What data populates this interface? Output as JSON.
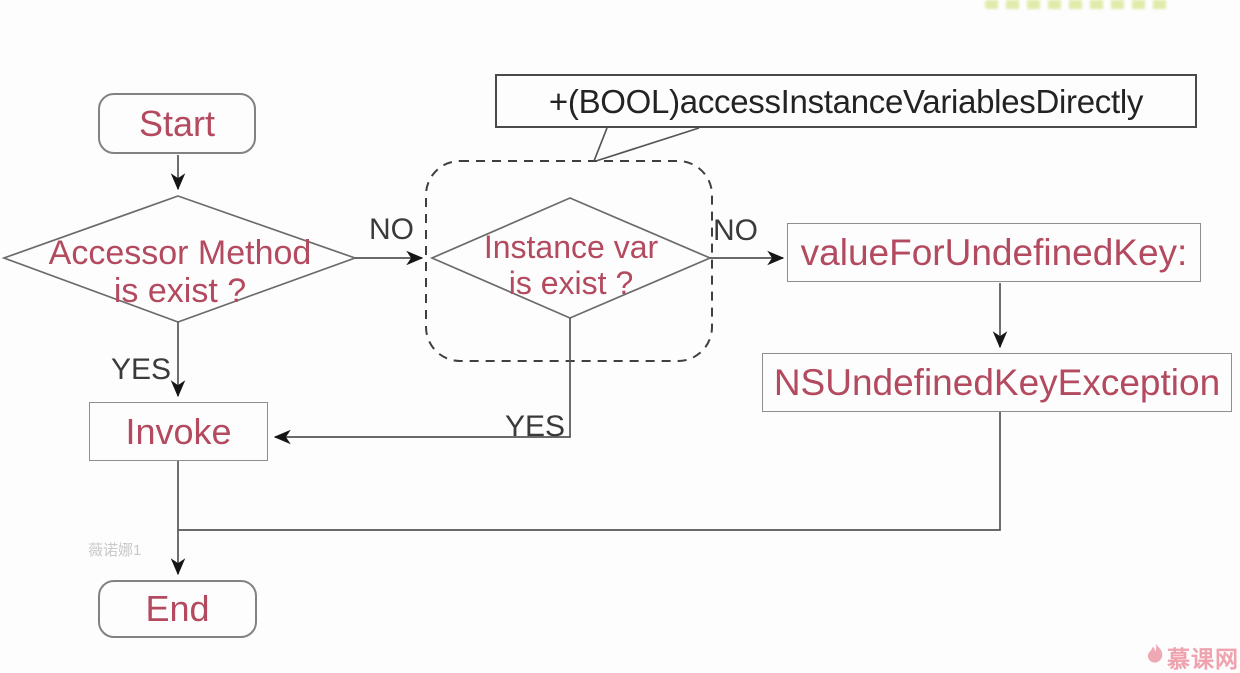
{
  "diagram": {
    "title_callout": "+(BOOL)accessInstanceVariablesDirectly",
    "nodes": {
      "start": "Start",
      "accessor_method": {
        "line1": "Accessor Method",
        "line2": "is exist ?"
      },
      "instance_var": {
        "line1": "Instance var",
        "line2": "is exist ?"
      },
      "value_for_undefined_key": "valueForUndefinedKey:",
      "ns_undefined_key_exception": "NSUndefinedKeyException",
      "invoke": "Invoke",
      "end": "End"
    },
    "edge_labels": {
      "accessor_no": "NO",
      "accessor_yes": "YES",
      "instance_no": "NO",
      "instance_yes": "YES"
    }
  },
  "watermarks": {
    "user": "薇诺娜1",
    "brand": "慕课网"
  },
  "colors": {
    "node_text": "#b34a5f",
    "edge_label": "#3a3a3a",
    "line": "#555555",
    "callout_text": "#232323",
    "brand_pink": "#efa3af"
  }
}
